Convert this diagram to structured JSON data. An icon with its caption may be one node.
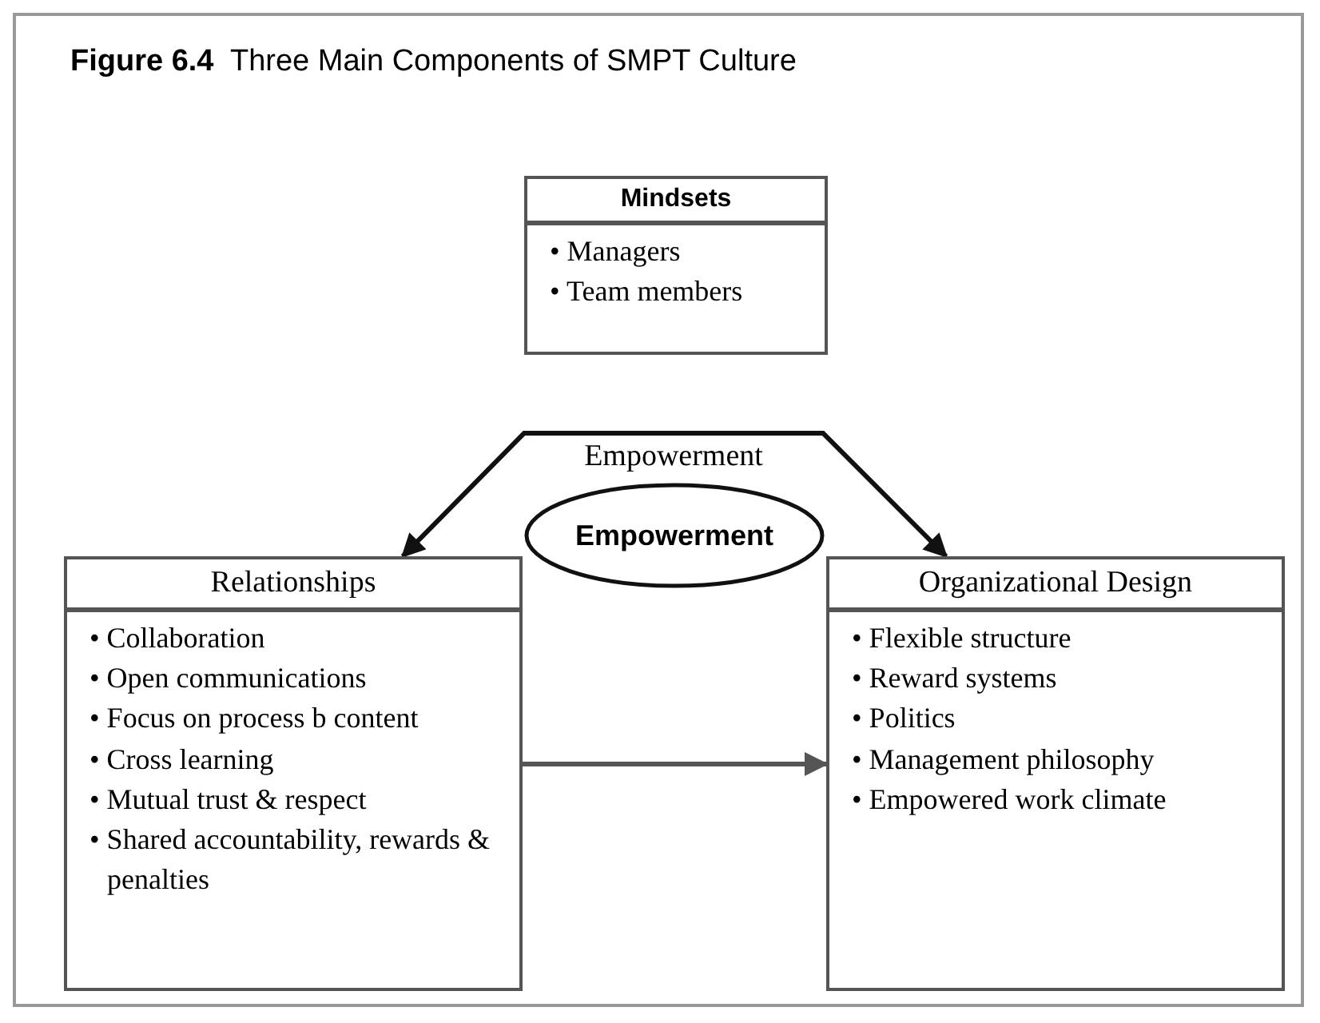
{
  "diagram": {
    "title": "**Figure 6.4**  Three Main Components of SMPT Culture",
    "nodes": [
      {
        "text": [
          "Mindsets",
          "• Managers",
          "• Team members"
        ]
      },
      {
        "text": [
          "Relationships",
          "• Collaboration",
          "• Open communications",
          "• Focus on process b content",
          "• Cross learning",
          "• Mutual trust & respect",
          "• Shared accountability, rewards & penalties"
        ]
      },
      {
        "text": [
          "Organizational Design",
          "• Flexible structure",
          "• Reward systems",
          "• Politics",
          "• Management philosophy",
          "• Empowered work climate"
        ]
      },
      {
        "text": [
          "Empowerment"
        ]
      }
    ],
    "edges": [
      {
        "from": 1,
        "to": 2,
        "arrow": "both",
        "label": "Empowerment"
      },
      {
        "from": 1,
        "to": 2,
        "arrow": "to",
        "color": "#555555"
      }
    ]
  }
}
